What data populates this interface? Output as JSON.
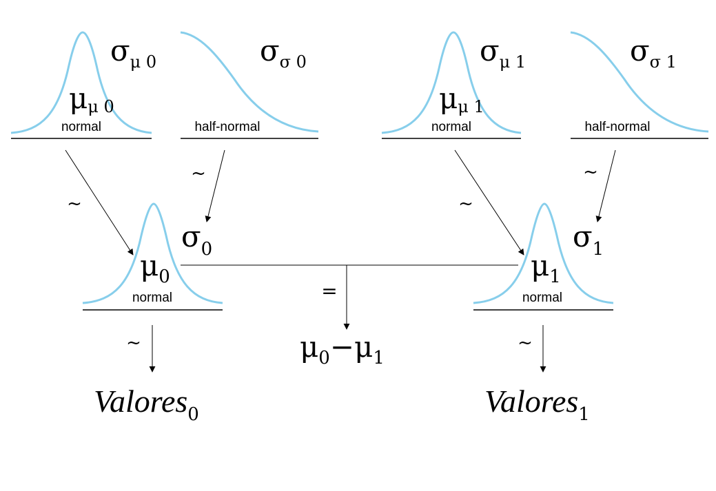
{
  "colors": {
    "curve": "#87CEEB",
    "line": "#000000"
  },
  "priors": {
    "mu_mu0": {
      "dist": "normal",
      "sym": "μ",
      "sub": "μ 0"
    },
    "sigma_mu0": {
      "sym": "σ",
      "sub": "μ 0"
    },
    "sigma_sigma0": {
      "dist": "half-normal",
      "sym": "σ",
      "sub": "σ 0"
    },
    "mu_mu1": {
      "dist": "normal",
      "sym": "μ",
      "sub": "μ 1"
    },
    "sigma_mu1": {
      "sym": "σ",
      "sub": "μ 1"
    },
    "sigma_sigma1": {
      "dist": "half-normal",
      "sym": "σ",
      "sub": "σ 1"
    }
  },
  "params": {
    "mu0": {
      "dist": "normal",
      "sym": "μ",
      "sub": "0"
    },
    "sigma0": {
      "sym": "σ",
      "sub": "0"
    },
    "mu1": {
      "dist": "normal",
      "sym": "μ",
      "sub": "1"
    },
    "sigma1": {
      "sym": "σ",
      "sub": "1"
    }
  },
  "relations": {
    "tilde": "~",
    "equals": "="
  },
  "difference": {
    "sym": "μ",
    "sub_a": "0",
    "minus": "−",
    "sub_b": "1"
  },
  "data": {
    "values0": {
      "name": "Valores",
      "sub": "0"
    },
    "values1": {
      "name": "Valores",
      "sub": "1"
    }
  }
}
